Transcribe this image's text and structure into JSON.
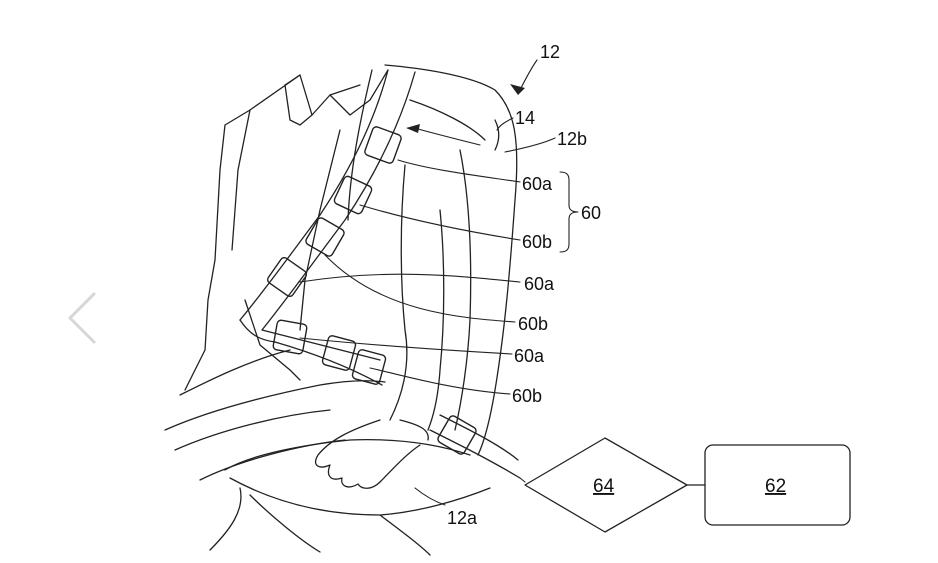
{
  "nav": {
    "prev_icon": "chevron-left-icon",
    "prev_color": "#d6d6d6"
  },
  "figure": {
    "labels": {
      "seat": "12",
      "belt": "14",
      "seat_back": "12b",
      "seat_cushion": "12a",
      "sensor_group": "60",
      "s1": "60a",
      "s2": "60b",
      "s3": "60a",
      "s4": "60b",
      "s5": "60a",
      "s6": "60b"
    },
    "blocks": {
      "diamond": "64",
      "rect": "62"
    }
  }
}
